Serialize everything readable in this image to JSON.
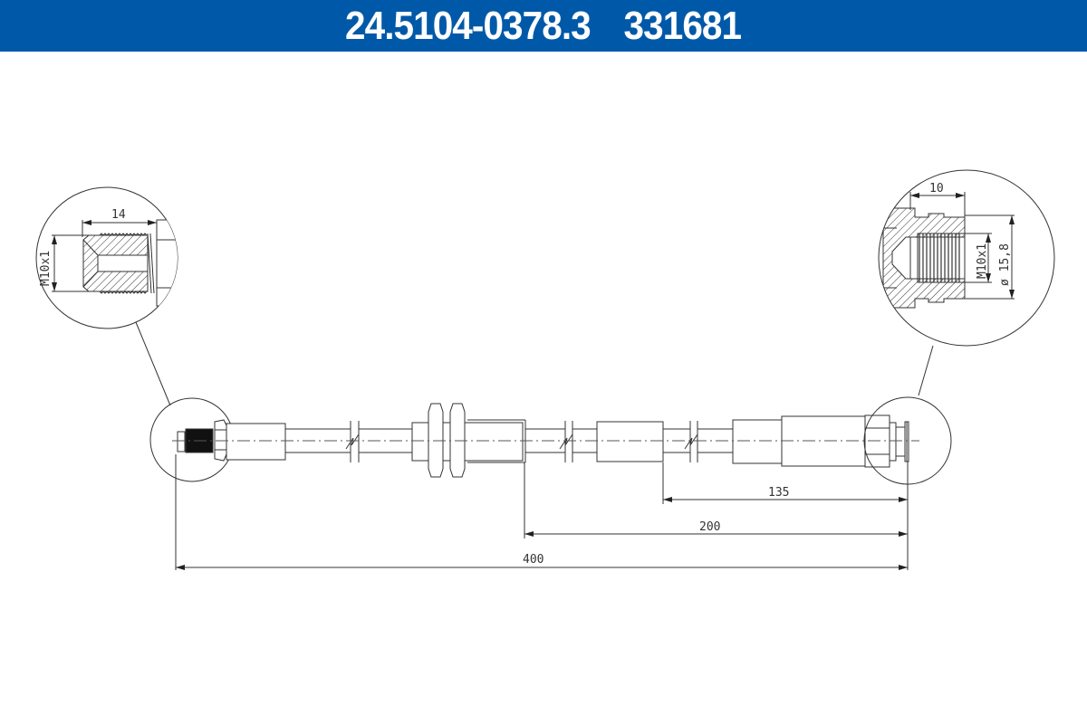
{
  "header": {
    "article_number": "24.5104-0378.3",
    "reference_number": "331681",
    "background_color": "#0059a8",
    "text_color": "#ffffff"
  },
  "drawing": {
    "type": "technical-drawing",
    "subject": "brake-hose",
    "line_color": "#333333",
    "detail_left": {
      "thread_label": "M10x1",
      "length_label": "14",
      "connector_type": "male-thread-fitting"
    },
    "detail_right": {
      "length_label": "10",
      "thread_label": "M10x1",
      "diameter_label": "ø 15,8",
      "connector_type": "female-thread-fitting"
    },
    "dimensions": {
      "d135": "135",
      "d200": "200",
      "d400": "400"
    }
  }
}
